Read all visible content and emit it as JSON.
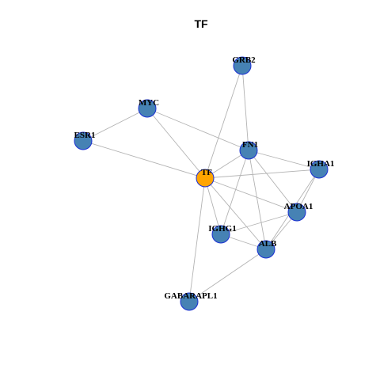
{
  "title": "TF",
  "colors": {
    "hub": "#FFA500",
    "node": "#4682B4",
    "node_border": "#1a2fd4",
    "edge": "#b3b3b3"
  },
  "nodes": [
    {
      "id": "TF",
      "label": "TF",
      "type": "hub"
    },
    {
      "id": "GRB2",
      "label": "GRB2",
      "type": "node"
    },
    {
      "id": "MYC",
      "label": "MYC",
      "type": "node"
    },
    {
      "id": "ESR1",
      "label": "ESR1",
      "type": "node"
    },
    {
      "id": "FN1",
      "label": "FN1",
      "type": "node"
    },
    {
      "id": "IGHA1",
      "label": "IGHA1",
      "type": "node"
    },
    {
      "id": "APOA1",
      "label": "APOA1",
      "type": "node"
    },
    {
      "id": "IGHG1",
      "label": "IGHG1",
      "type": "node"
    },
    {
      "id": "ALB",
      "label": "ALB",
      "type": "node"
    },
    {
      "id": "GABARAPL1",
      "label": "GABARAPL1",
      "type": "node"
    }
  ],
  "edges": [
    [
      "MYC",
      "ESR1"
    ],
    [
      "MYC",
      "TF"
    ],
    [
      "MYC",
      "FN1"
    ],
    [
      "ESR1",
      "TF"
    ],
    [
      "GRB2",
      "TF"
    ],
    [
      "GRB2",
      "FN1"
    ],
    [
      "TF",
      "FN1"
    ],
    [
      "TF",
      "IGHA1"
    ],
    [
      "TF",
      "APOA1"
    ],
    [
      "TF",
      "IGHG1"
    ],
    [
      "TF",
      "ALB"
    ],
    [
      "TF",
      "GABARAPL1"
    ],
    [
      "FN1",
      "IGHA1"
    ],
    [
      "FN1",
      "APOA1"
    ],
    [
      "FN1",
      "IGHG1"
    ],
    [
      "FN1",
      "ALB"
    ],
    [
      "IGHA1",
      "APOA1"
    ],
    [
      "IGHA1",
      "ALB"
    ],
    [
      "APOA1",
      "IGHG1"
    ],
    [
      "APOA1",
      "ALB"
    ],
    [
      "IGHG1",
      "ALB"
    ],
    [
      "ALB",
      "GABARAPL1"
    ]
  ]
}
